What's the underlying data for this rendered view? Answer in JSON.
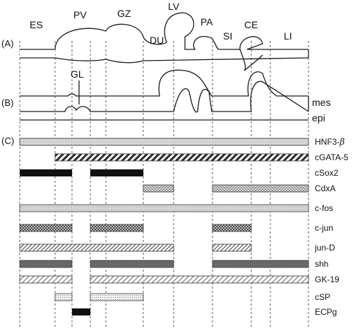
{
  "panels": {
    "a": "(A)",
    "b": "(B)",
    "c": "(C)"
  },
  "regions": [
    {
      "id": "es",
      "label": "ES"
    },
    {
      "id": "pv",
      "label": "PV"
    },
    {
      "id": "gz",
      "label": "GZ"
    },
    {
      "id": "lv",
      "label": "LV"
    },
    {
      "id": "du",
      "label": "DU"
    },
    {
      "id": "pa",
      "label": "PA"
    },
    {
      "id": "si",
      "label": "SI"
    },
    {
      "id": "ce",
      "label": "CE"
    },
    {
      "id": "li",
      "label": "LI"
    }
  ],
  "layers": {
    "glandular": "GL",
    "mesenchyme": "mes",
    "epithelium": "epi"
  },
  "genes": [
    {
      "id": "hnf3b",
      "name": "HNF3-",
      "suffix": "β",
      "pattern": "light-gray"
    },
    {
      "id": "cgata5",
      "name": "cGATA-5",
      "pattern": "diagonal-hatch"
    },
    {
      "id": "csox2",
      "name": "cSox2",
      "pattern": "solid-black"
    },
    {
      "id": "cdxa",
      "name": "CdxA",
      "pattern": "cross-hatch"
    },
    {
      "id": "cfos",
      "name": "c-fos",
      "pattern": "light-gray"
    },
    {
      "id": "cjun",
      "name": "c-jun",
      "pattern": "dark-checker"
    },
    {
      "id": "jund",
      "name": "jun-D",
      "pattern": "fine-diagonal"
    },
    {
      "id": "shh",
      "name": "shh",
      "pattern": "dark-gray"
    },
    {
      "id": "gk19",
      "name": "GK-19",
      "pattern": "diagonal-light"
    },
    {
      "id": "csp",
      "name": "cSP",
      "pattern": "dotted-light"
    },
    {
      "id": "ecpg",
      "name": "ECPg",
      "pattern": "solid-black"
    }
  ]
}
